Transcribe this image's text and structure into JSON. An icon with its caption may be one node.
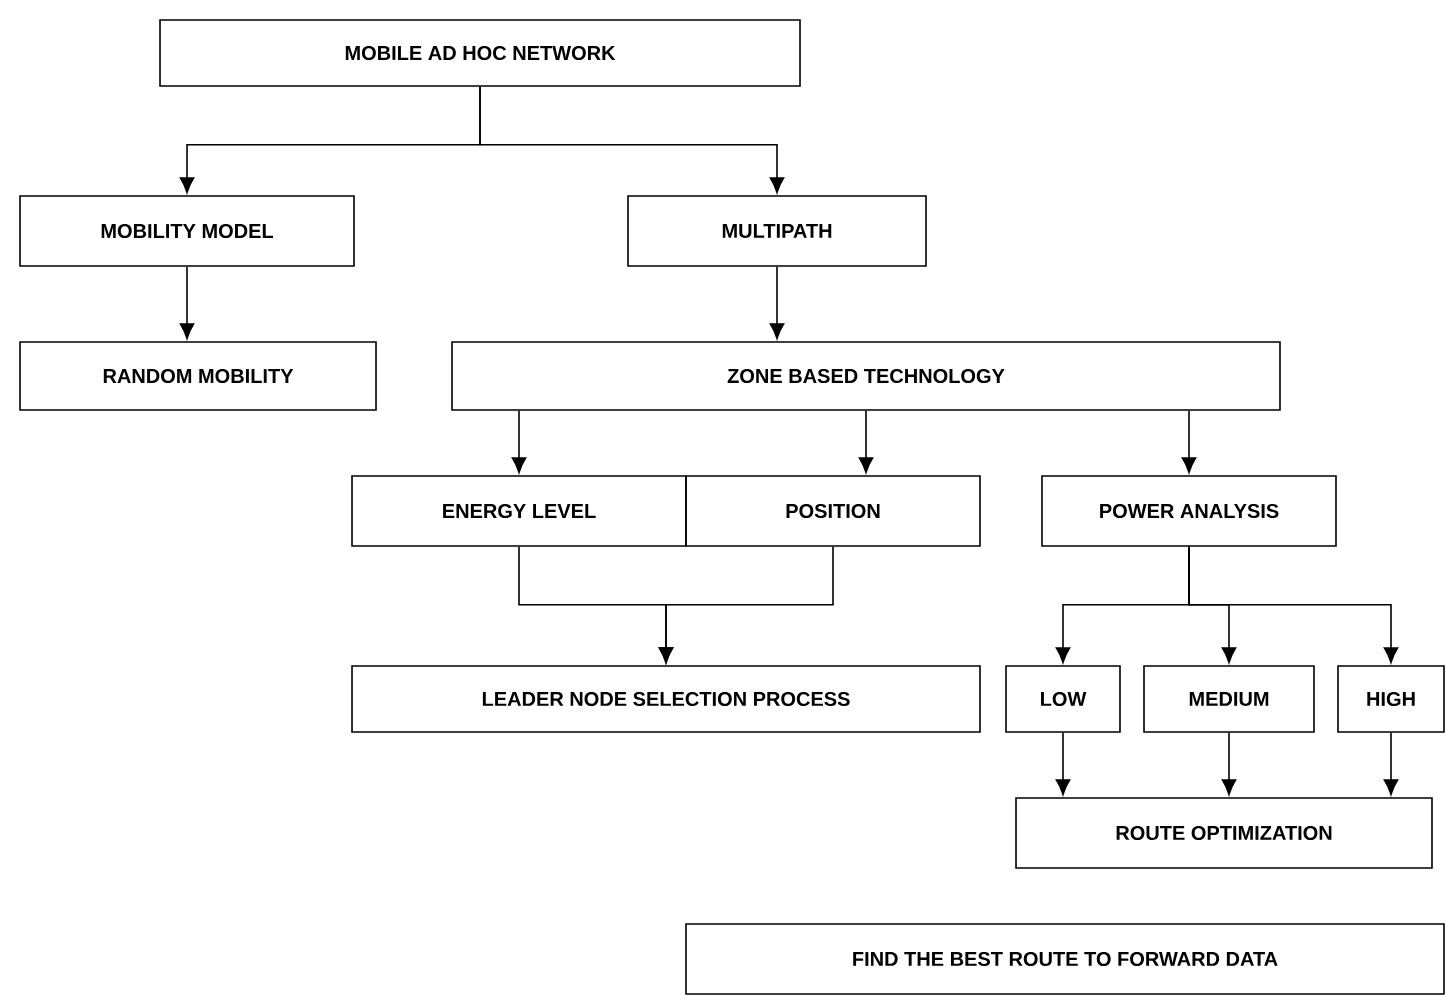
{
  "diagram": {
    "nodes": [
      {
        "text": [
          "MOBILE AD HOC NETWORK"
        ]
      },
      {
        "text": [
          "MOBILITY MODEL"
        ]
      },
      {
        "text": [
          "MULTIPATH"
        ]
      },
      {
        "text": [
          "RANDOM MOBILITY"
        ]
      },
      {
        "text": [
          "ZONE BASED TECHNOLOGY"
        ]
      },
      {
        "text": [
          "ENERGY LEVEL"
        ]
      },
      {
        "text": [
          "POSITION"
        ]
      },
      {
        "text": [
          "POWER ANALYSIS"
        ]
      },
      {
        "text": [
          "LEADER NODE SELECTION PROCESS"
        ]
      },
      {
        "text": [
          "LOW"
        ]
      },
      {
        "text": [
          "MEDIUM"
        ]
      },
      {
        "text": [
          "HIGH"
        ]
      },
      {
        "text": [
          "ROUTE OPTIMIZATION"
        ]
      },
      {
        "text": [
          "FIND THE BEST ROUTE TO FORWARD DATA"
        ]
      }
    ],
    "edges": [
      {
        "from": 0,
        "to": 1,
        "arrow": "to"
      },
      {
        "from": 0,
        "to": 2,
        "arrow": "to"
      },
      {
        "from": 1,
        "to": 3,
        "arrow": "to"
      },
      {
        "from": 2,
        "to": 4,
        "arrow": "to"
      },
      {
        "from": 4,
        "to": 5,
        "arrow": "to"
      },
      {
        "from": 4,
        "to": 6,
        "arrow": "to"
      },
      {
        "from": 4,
        "to": 7,
        "arrow": "to"
      },
      {
        "from": 5,
        "to": 8,
        "arrow": "to"
      },
      {
        "from": 6,
        "to": 8,
        "arrow": "to"
      },
      {
        "from": 7,
        "to": 9,
        "arrow": "to"
      },
      {
        "from": 7,
        "to": 10,
        "arrow": "to"
      },
      {
        "from": 7,
        "to": 11,
        "arrow": "to"
      },
      {
        "from": 9,
        "to": 12,
        "arrow": "to"
      },
      {
        "from": 10,
        "to": 12,
        "arrow": "to"
      },
      {
        "from": 11,
        "to": 12,
        "arrow": "to"
      }
    ]
  }
}
